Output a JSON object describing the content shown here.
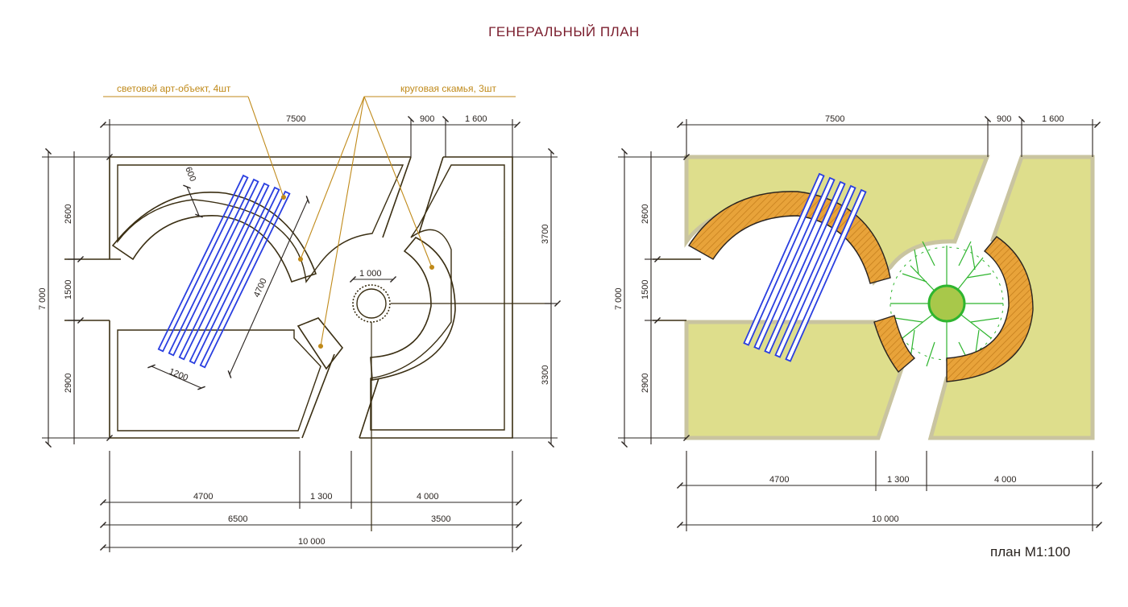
{
  "title": "ГЕНЕРАЛЬНЫЙ ПЛАН",
  "scale": "план М1:100",
  "callouts": {
    "light_art": "световой арт-объект, 4шт",
    "bench": "круговая скамья, 3шт"
  },
  "left_plan": {
    "top_dims": [
      "7500",
      "900",
      "1 600"
    ],
    "left_dims": [
      "7 000",
      "2600",
      "1500",
      "2900"
    ],
    "right_dims": [
      "3700",
      "3300"
    ],
    "bottom_row1": [
      "4700",
      "1 300",
      "4 000"
    ],
    "bottom_row2": [
      "6500",
      "3500"
    ],
    "bottom_row3": [
      "10 000"
    ],
    "inner_dims": [
      "600",
      "4700",
      "1200",
      "1 000"
    ]
  },
  "right_plan": {
    "top_dims": [
      "7500",
      "900",
      "1 600"
    ],
    "left_dims": [
      "7 000",
      "2600",
      "1500",
      "2900"
    ],
    "bottom_row1": [
      "4700",
      "1 300",
      "4 000"
    ],
    "bottom_row2": [
      "10 000"
    ]
  },
  "colors": {
    "outline": "#3a2e12",
    "lawn": "#dede8c",
    "border": "#c9c4a0",
    "bench": "#e8a33a",
    "light_object": "#2a3fe0",
    "callout": "#c08a1a",
    "title": "#7a1c2c",
    "tree": "#2fb52f",
    "tree_center": "#a8c84a"
  }
}
